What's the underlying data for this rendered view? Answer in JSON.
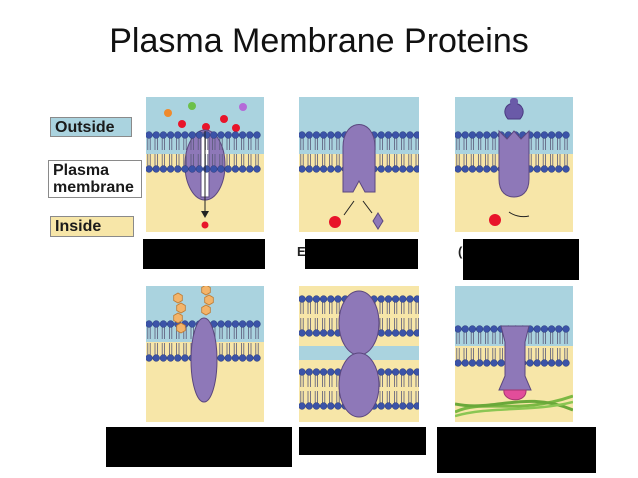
{
  "title": "Plasma Membrane Proteins",
  "legend": {
    "outside": "Outside",
    "plasma_membrane_line1": "Plasma",
    "plasma_membrane_line2": "membrane",
    "inside": "Inside"
  },
  "fragments": {
    "panel2_letter": "E",
    "panel3_letter": "("
  },
  "colors": {
    "outside": "#aad3df",
    "inside": "#f7e6a8",
    "head": "#3b53a8",
    "protein": "#8e78b8",
    "ball_red": "#e8142a",
    "fiber_green": "#7bb843",
    "chain_orange": "#f3b46a",
    "redaction": "#000000"
  }
}
